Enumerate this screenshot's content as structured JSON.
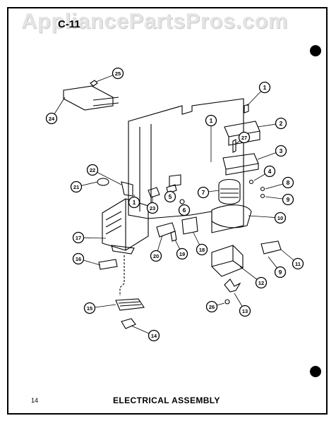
{
  "watermark": "AppliancePartsPros.com",
  "model": "C-11",
  "page_number": "14",
  "title": "ELECTRICAL ASSEMBLY",
  "callouts": [
    "1",
    "2",
    "3",
    "4",
    "5",
    "6",
    "7",
    "8",
    "9",
    "10",
    "11",
    "12",
    "13",
    "14",
    "15",
    "16",
    "17",
    "18",
    "19",
    "20",
    "21",
    "22",
    "23",
    "24",
    "25",
    "26",
    "27"
  ]
}
